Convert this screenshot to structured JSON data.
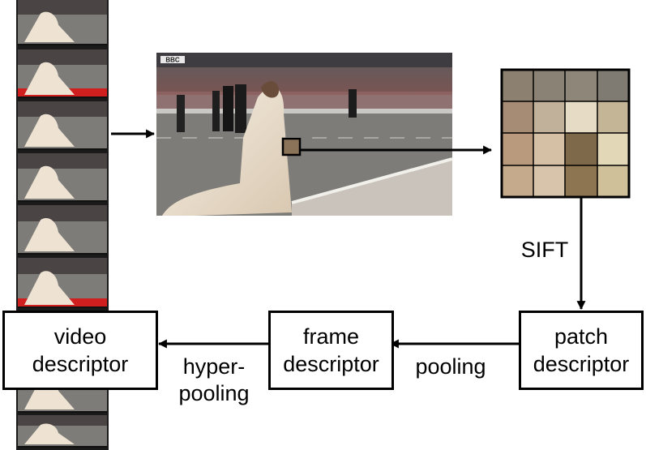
{
  "colors": {
    "line": "#000000",
    "road": "#7d7c78",
    "crowd": "#4a4444",
    "dress": "#eee3d3",
    "carpet": "#d01f1f"
  },
  "nodes": {
    "video_descriptor": "video\ndescriptor",
    "frame_descriptor": "frame\ndescriptor",
    "patch_descriptor": "patch\ndescriptor"
  },
  "edges": {
    "sift": "SIFT",
    "pooling": "pooling",
    "hyper_pooling": "hyper-\npooling"
  },
  "frame": {
    "channel_logo": "BBC"
  }
}
